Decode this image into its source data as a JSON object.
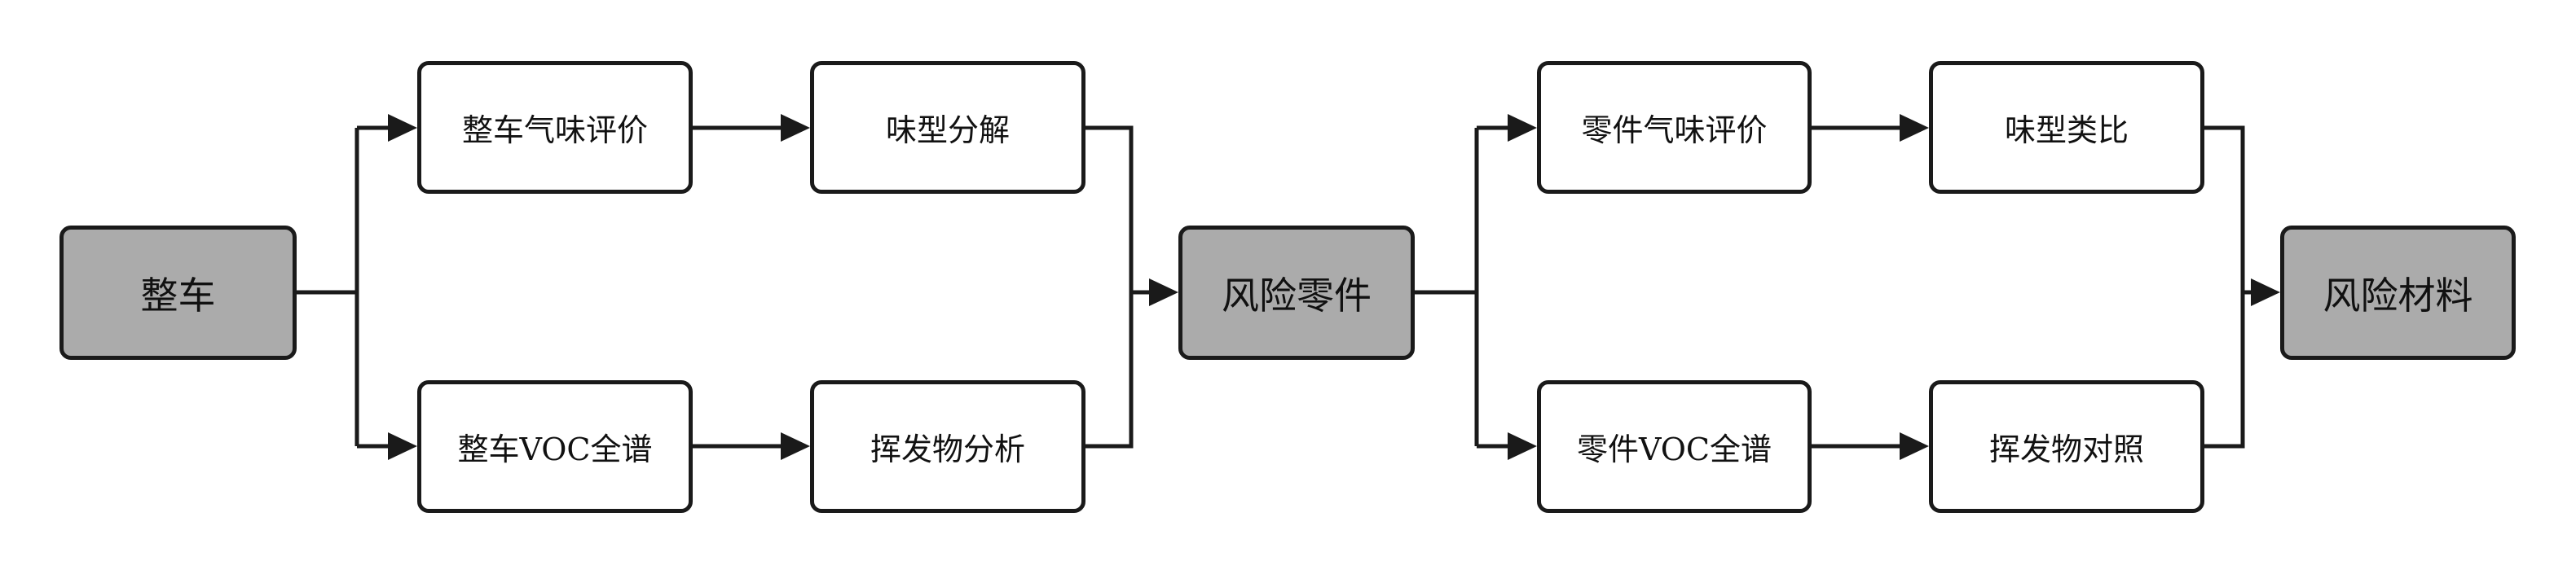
{
  "diagram": {
    "type": "flowchart",
    "direction": "left-to-right",
    "colors": {
      "key_node_fill": "#ababab",
      "step_node_fill": "#ffffff",
      "line": "#1a1a1a"
    },
    "nodes": {
      "vehicle": "整车",
      "vehicle_odor_eval": "整车气味评价",
      "odor_type_decomposition": "味型分解",
      "vehicle_voc_spectrum": "整车VOC全谱",
      "volatile_analysis": "挥发物分析",
      "risk_parts": "风险零件",
      "part_odor_eval": "零件气味评价",
      "odor_type_analogy": "味型类比",
      "part_voc_spectrum": "零件VOC全谱",
      "volatile_comparison": "挥发物对照",
      "risk_materials": "风险材料"
    },
    "edges": [
      [
        "vehicle",
        "vehicle_odor_eval"
      ],
      [
        "vehicle",
        "vehicle_voc_spectrum"
      ],
      [
        "vehicle_odor_eval",
        "odor_type_decomposition"
      ],
      [
        "vehicle_voc_spectrum",
        "volatile_analysis"
      ],
      [
        "odor_type_decomposition",
        "risk_parts"
      ],
      [
        "volatile_analysis",
        "risk_parts"
      ],
      [
        "risk_parts",
        "part_odor_eval"
      ],
      [
        "risk_parts",
        "part_voc_spectrum"
      ],
      [
        "part_odor_eval",
        "odor_type_analogy"
      ],
      [
        "part_voc_spectrum",
        "volatile_comparison"
      ],
      [
        "odor_type_analogy",
        "risk_materials"
      ],
      [
        "volatile_comparison",
        "risk_materials"
      ]
    ]
  }
}
